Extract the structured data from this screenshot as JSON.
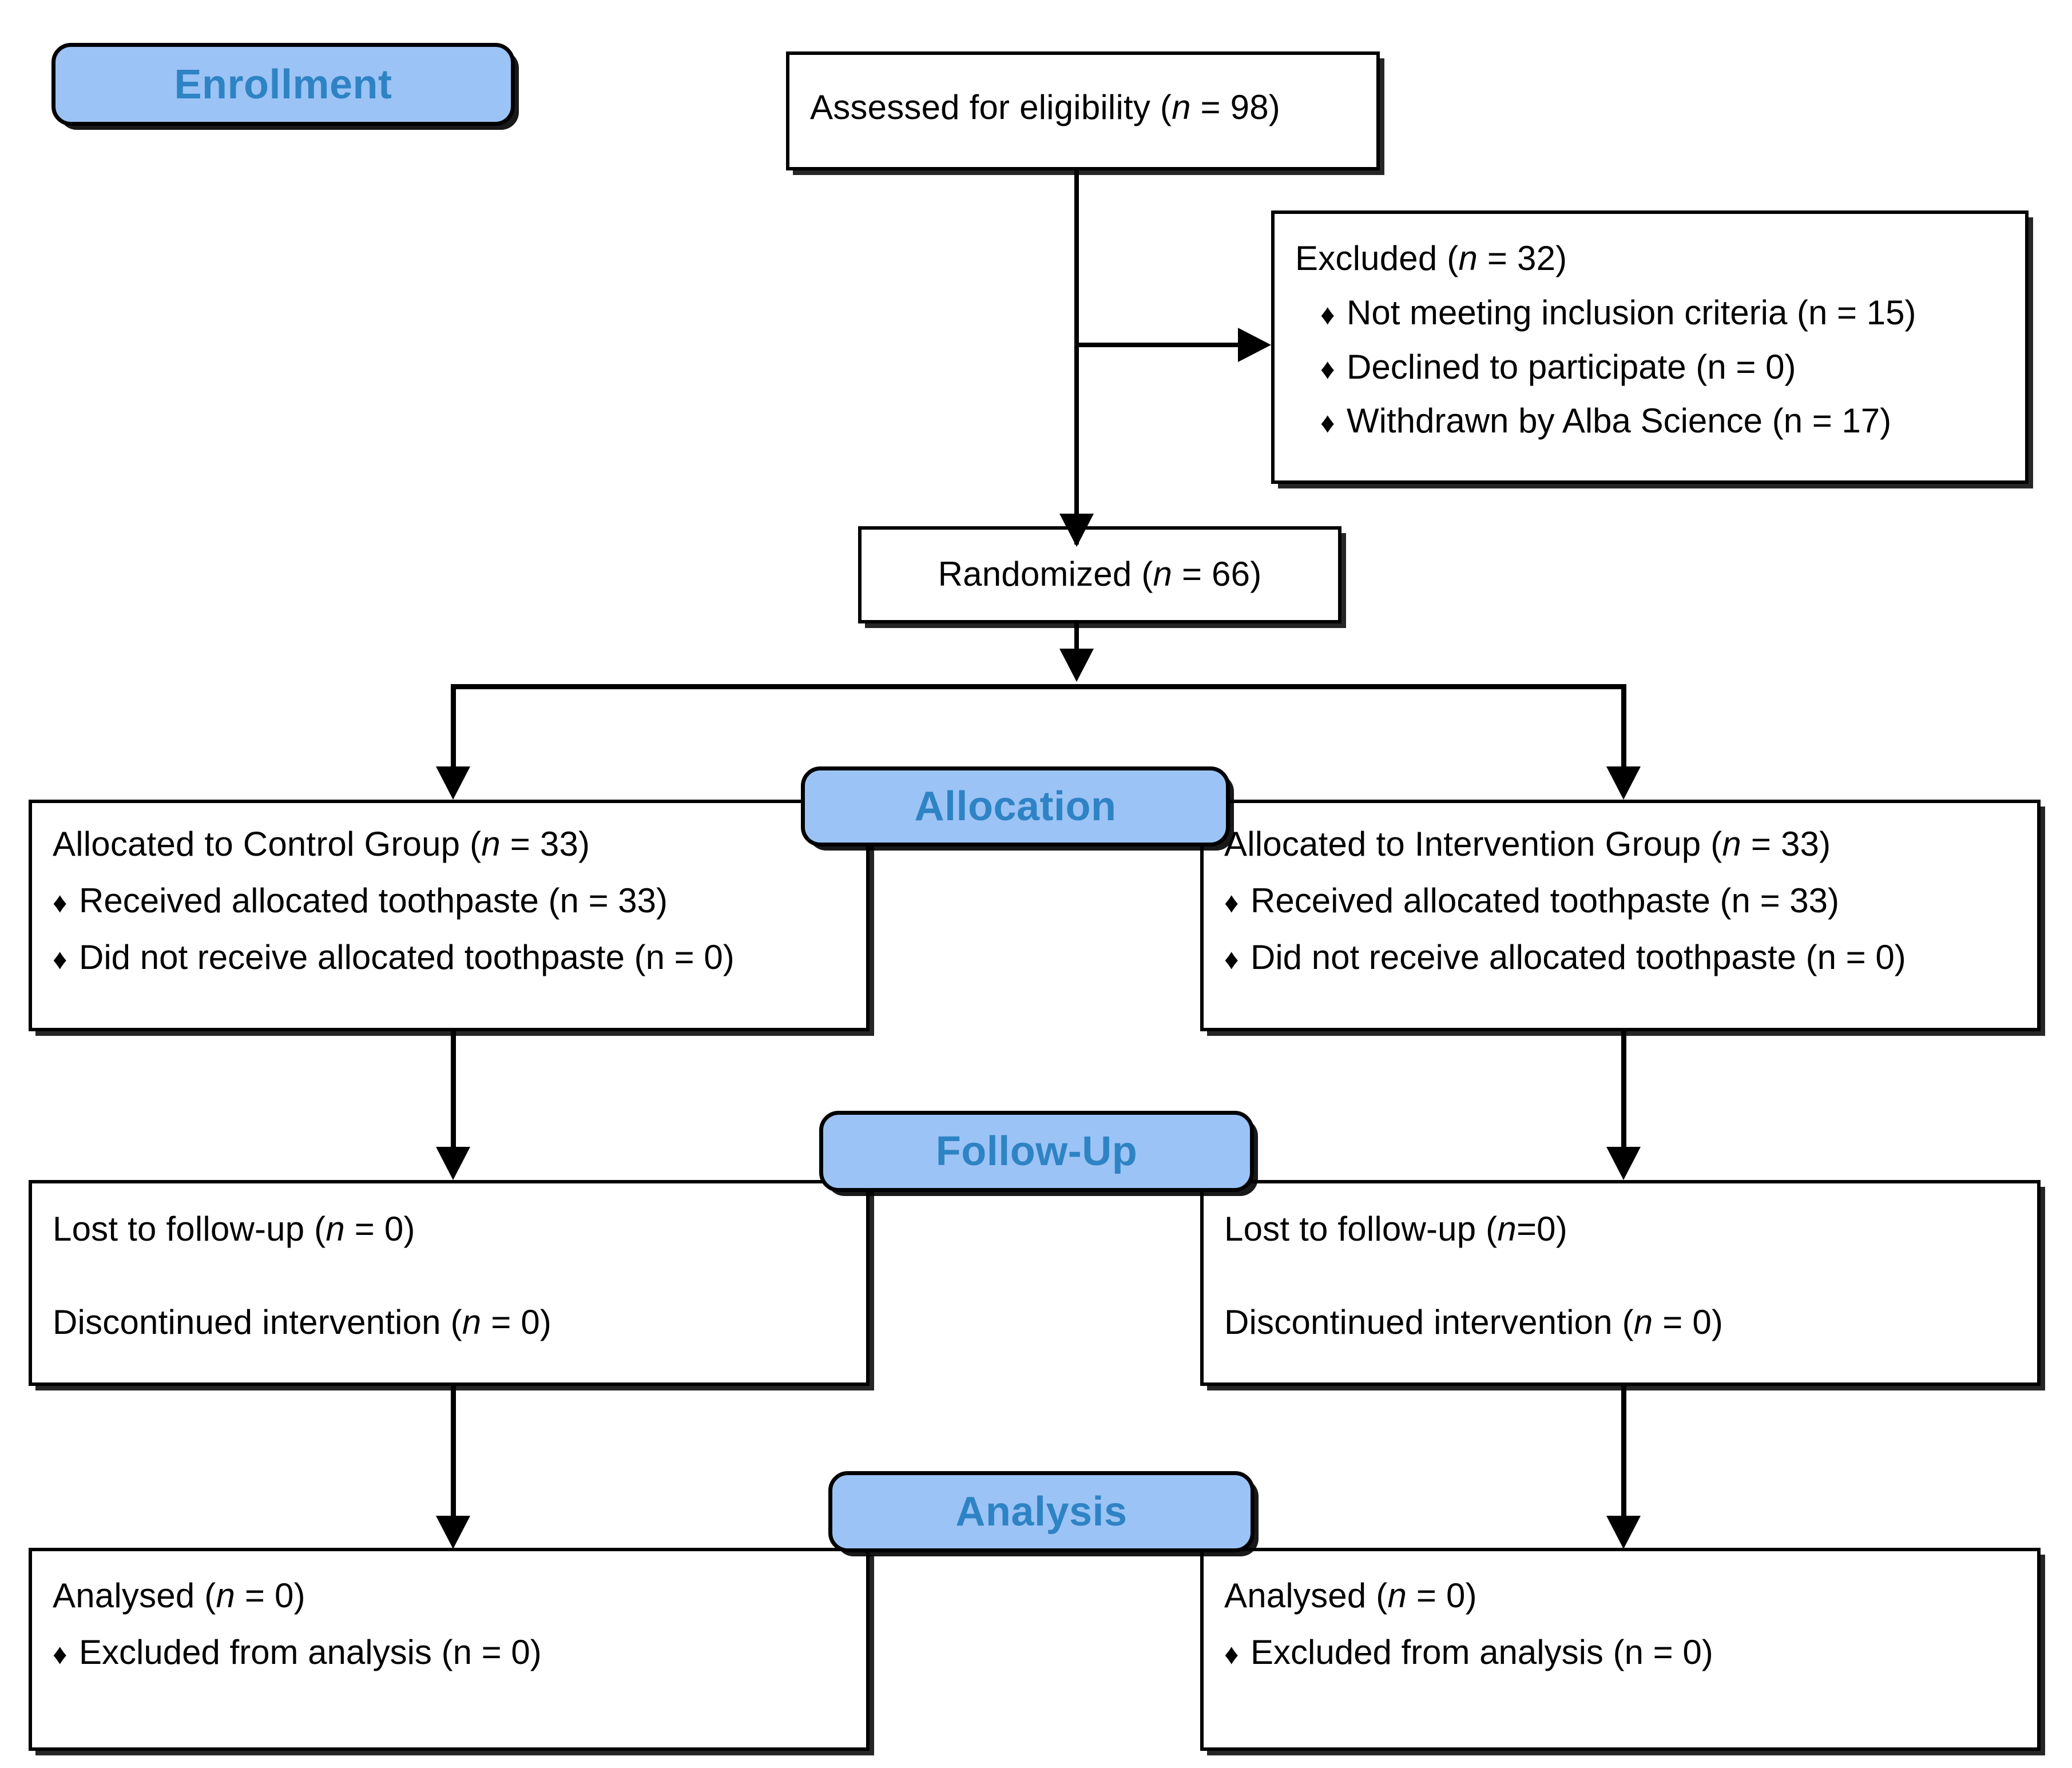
{
  "diagram": {
    "title": "CONSORT participant flow diagram",
    "accent_blue": "#9CC3F5",
    "accent_blue_text": "#2E83C4",
    "line_color": "#000000"
  },
  "stages": {
    "enrollment": "Enrollment",
    "allocation": "Allocation",
    "followup": "Follow-Up",
    "analysis": "Analysis"
  },
  "enrollment": {
    "assessed": {
      "label": "Assessed for eligibility (",
      "n_italic": "n",
      "n_value": " = 98)"
    },
    "assessed_text": "Assessed for eligibility (n = 98)",
    "excluded": {
      "heading_pre": "Excluded (",
      "heading_n": "n",
      "heading_post": " = 32)",
      "items": [
        {
          "pre": "Not meeting inclusion criteria (",
          "n": "n",
          "post": " = 15)"
        },
        {
          "pre": "Declined to participate (",
          "n": "n",
          "post": " = 0)"
        },
        {
          "pre": "Withdrawn by Alba Science (",
          "n": "n",
          "post": " = 17)"
        }
      ]
    },
    "randomized": {
      "pre": "Randomized (",
      "n": "n",
      "post": " = 66)"
    }
  },
  "allocation": {
    "left": {
      "heading": {
        "pre": "Allocated to Control Group (",
        "n": "n",
        "post": " = 33)"
      },
      "items": [
        {
          "pre": "Received allocated toothpaste (",
          "n": "n",
          "post": " = 33)"
        },
        {
          "pre": "Did not receive allocated toothpaste (",
          "n": "n",
          "post": " = 0)"
        }
      ]
    },
    "right": {
      "heading": {
        "pre": "Allocated to Intervention Group (",
        "n": "n",
        "post": " = 33)"
      },
      "items": [
        {
          "pre": "Received allocated toothpaste (",
          "n": "n",
          "post": " = 33)"
        },
        {
          "pre": "Did not receive allocated toothpaste (",
          "n": "n",
          "post": " = 0)"
        }
      ]
    }
  },
  "followup": {
    "left": {
      "lost": {
        "pre": "Lost to follow-up (",
        "n": "n",
        "post": " = 0)"
      },
      "discontinued": {
        "pre": "Discontinued intervention (",
        "n": "n",
        "post": " = 0)"
      }
    },
    "right": {
      "lost": {
        "pre": "Lost to follow-up (",
        "n": "n",
        "post": "=0)"
      },
      "discontinued": {
        "pre": "Discontinued intervention (",
        "n": "n",
        "post": " = 0)"
      }
    }
  },
  "analysis": {
    "left": {
      "analysed": {
        "pre": "Analysed (",
        "n": "n",
        "post": " = 0)"
      },
      "items": [
        {
          "pre": "Excluded from analysis (",
          "n": "n",
          "post": " = 0)"
        }
      ]
    },
    "right": {
      "analysed": {
        "pre": "Analysed (",
        "n": "n",
        "post": " = 0)"
      },
      "items": [
        {
          "pre": "Excluded from analysis (",
          "n": "n",
          "post": " = 0)"
        }
      ]
    }
  },
  "bullet_glyph": "♦"
}
